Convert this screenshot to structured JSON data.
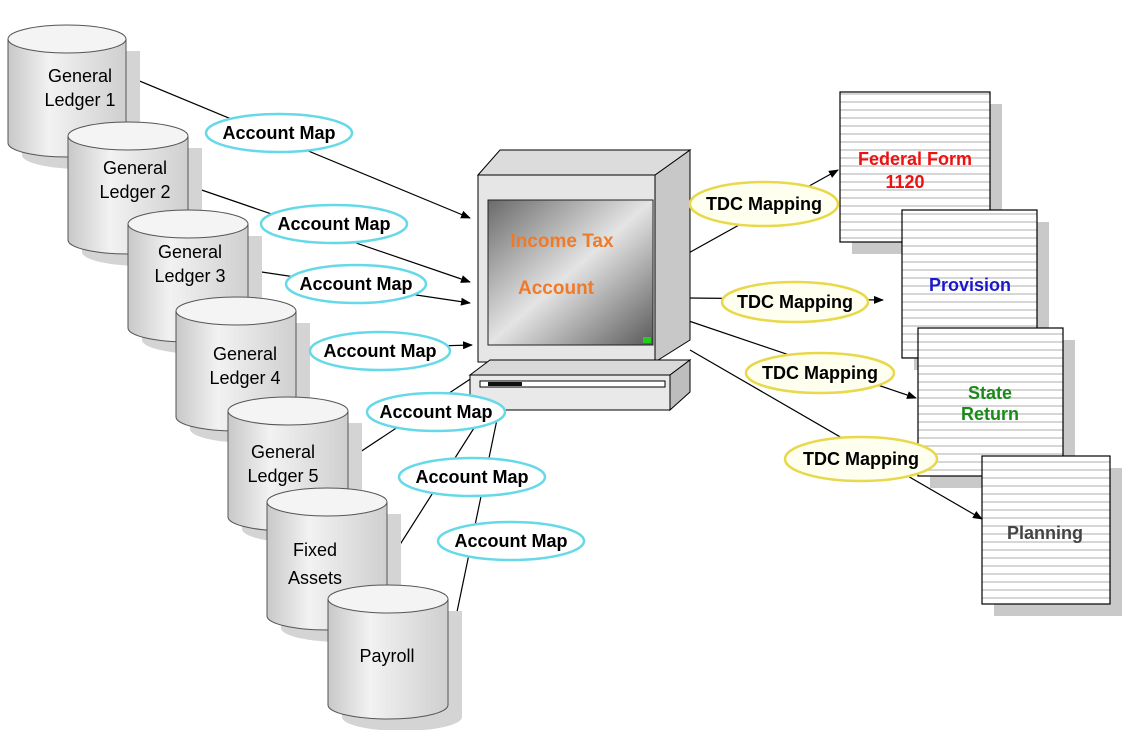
{
  "colors": {
    "account_map_ellipse_fill": "#ffffff",
    "account_map_ellipse_stroke": "#66d9e8",
    "tdc_ellipse_fill": "#fffff0",
    "tdc_ellipse_stroke": "#e8d84a",
    "screen_text": "#f07a28",
    "federal_form": "#ee1111",
    "provision": "#1a1acc",
    "state_return": "#1a8a1a",
    "planning": "#444444"
  },
  "sources": [
    {
      "lines": [
        "General",
        "Ledger 1"
      ]
    },
    {
      "lines": [
        "General",
        "Ledger 2"
      ]
    },
    {
      "lines": [
        "General",
        "Ledger 3"
      ]
    },
    {
      "lines": [
        "General",
        "Ledger 4"
      ]
    },
    {
      "lines": [
        "General",
        "Ledger 5"
      ]
    },
    {
      "lines": [
        "Fixed",
        "Assets"
      ]
    },
    {
      "lines": [
        "Payroll"
      ]
    }
  ],
  "account_map_label": "Account Map",
  "computer": {
    "screen_lines": [
      "Income Tax",
      "Account"
    ]
  },
  "tdc_mapping_label": "TDC Mapping",
  "outputs": [
    {
      "lines": [
        "Federal Form",
        "1120"
      ],
      "color_key": "federal_form"
    },
    {
      "lines": [
        "Provision"
      ],
      "color_key": "provision"
    },
    {
      "lines": [
        "State",
        "Return"
      ],
      "color_key": "state_return"
    },
    {
      "lines": [
        "Planning"
      ],
      "color_key": "planning"
    }
  ]
}
